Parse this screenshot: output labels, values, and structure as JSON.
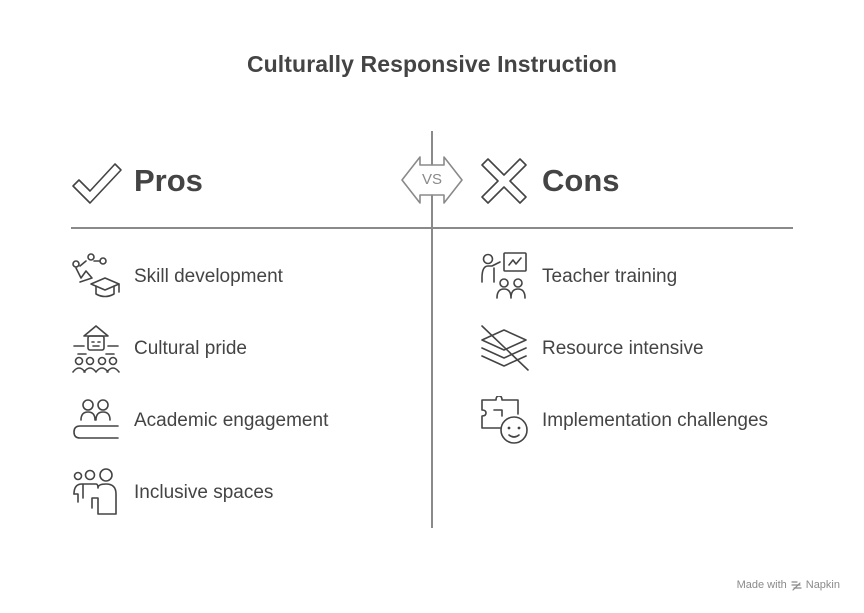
{
  "title": "Culturally Responsive Instruction",
  "vs_label": "VS",
  "pros": {
    "heading": "Pros",
    "icon": "checkmark-icon",
    "items": [
      {
        "label": "Skill development",
        "icon": "graduation-cap-icon"
      },
      {
        "label": "Cultural pride",
        "icon": "cultural-group-icon"
      },
      {
        "label": "Academic engagement",
        "icon": "students-at-desk-icon"
      },
      {
        "label": "Inclusive spaces",
        "icon": "diverse-people-icon"
      }
    ]
  },
  "cons": {
    "heading": "Cons",
    "icon": "x-mark-icon",
    "items": [
      {
        "label": "Teacher training",
        "icon": "teacher-presentation-icon"
      },
      {
        "label": "Resource intensive",
        "icon": "crossed-stack-icon"
      },
      {
        "label": "Implementation challenges",
        "icon": "puzzle-face-icon"
      }
    ]
  },
  "footer": {
    "made_with": "Made with",
    "brand": "Napkin"
  },
  "colors": {
    "text": "#444444",
    "lines": "#8a8a8a"
  }
}
